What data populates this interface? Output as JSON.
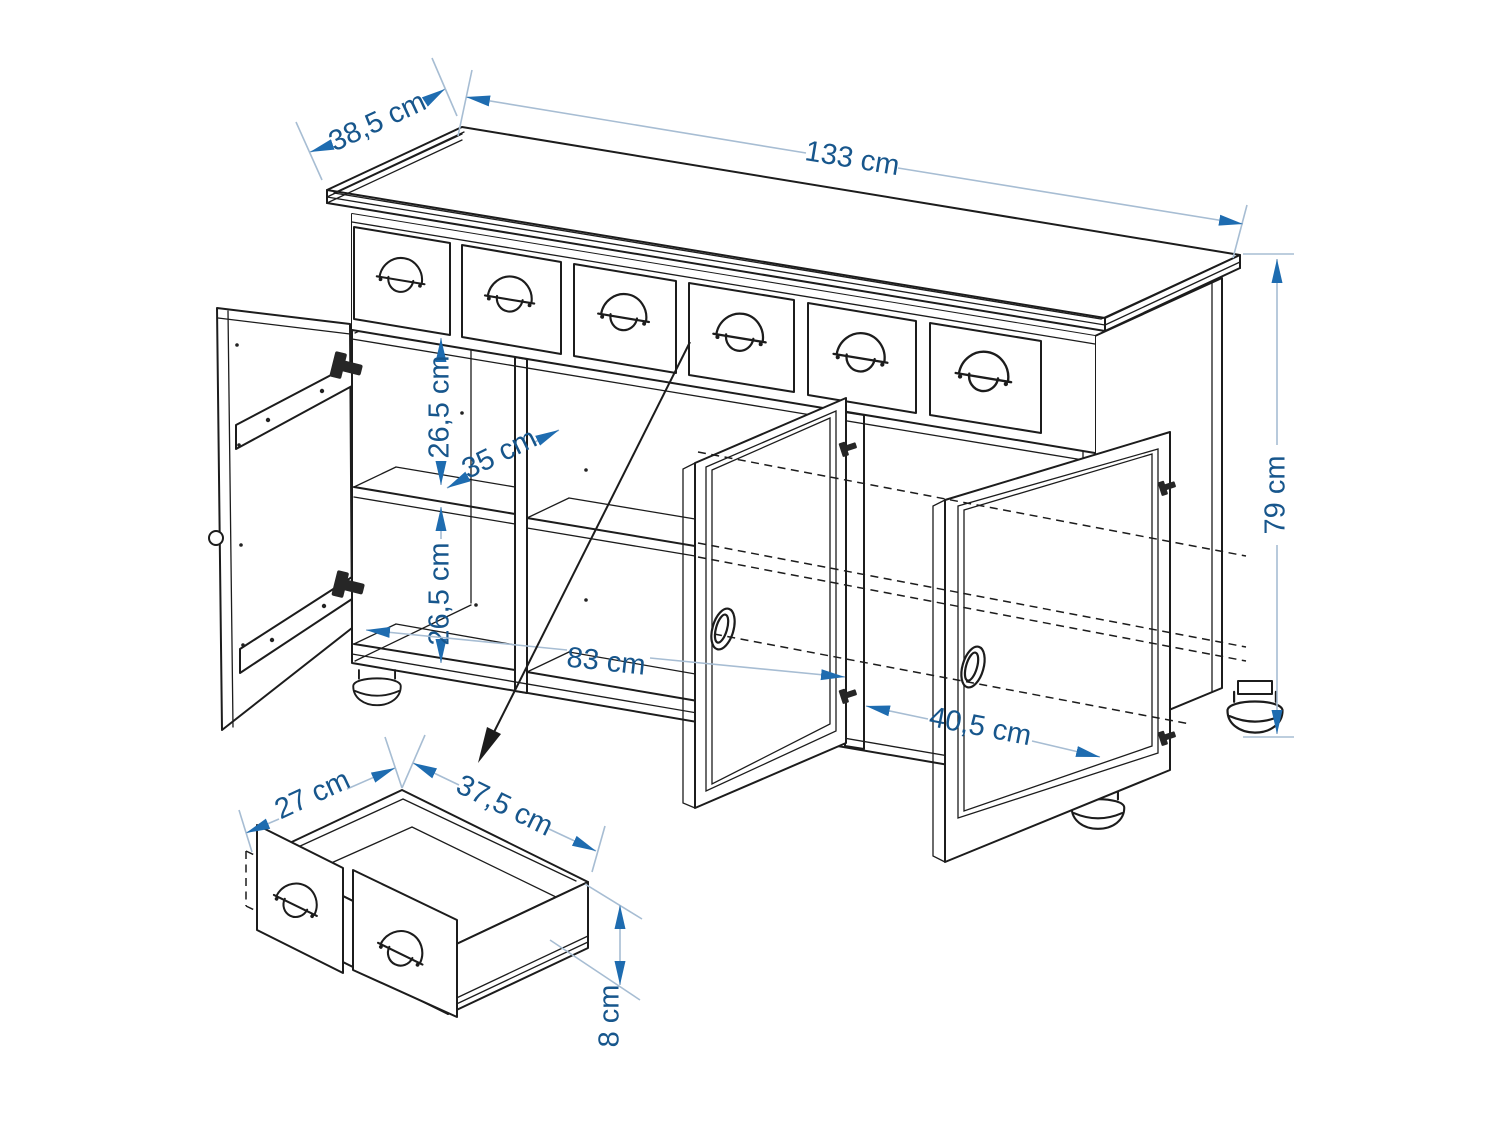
{
  "figure": {
    "kind": "furniture-dimension-diagram",
    "subject": "sideboard with 6 drawers, open left door and two open glass doors, plus exploded drawer detail"
  },
  "dims": {
    "top_depth": "38,5 cm",
    "top_width": "133 cm",
    "height": "79 cm",
    "upper_inner_height": "26,5 cm",
    "shelf_depth": "35 cm",
    "lower_inner_height": "26,5 cm",
    "inner_width_main": "83 cm",
    "inner_width_right": "40,5 cm",
    "drawer_depth": "27 cm",
    "drawer_width": "37,5 cm",
    "drawer_height": "8 cm"
  },
  "colors": {
    "background": "#ffffff",
    "linework": "#1c1c1c",
    "dimension_line": "#a7bdd3",
    "dimension_arrow": "#1e6cb0",
    "dimension_text": "#17568c",
    "leader_arrow": "#1c1c1c"
  }
}
